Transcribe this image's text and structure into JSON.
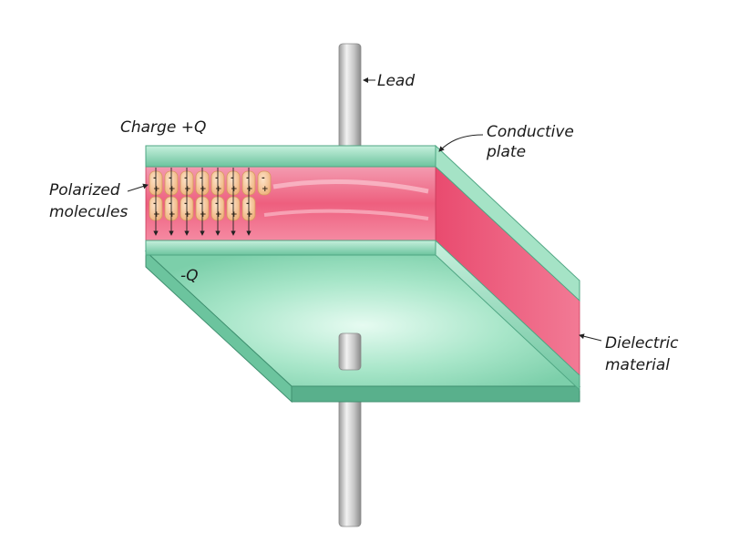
{
  "labels": {
    "lead": "Lead",
    "charge_pos": "Charge  +Q",
    "charge_neg": "-Q",
    "conductive_line1": "Conductive",
    "conductive_line2": "plate",
    "polarized_line1": "Polarized",
    "polarized_line2": "molecules",
    "dielectric_line1": "Dielectric",
    "dielectric_line2": "material"
  },
  "molecule_signs": {
    "top": "-",
    "bottom": "+"
  },
  "colors": {
    "plate_green": "#8fd9b8",
    "plate_green_dark": "#4fa683",
    "dielectric_pink": "#f06a87",
    "molecule_peach": "#f6c79a",
    "lead_gray": "#c9c9c9"
  }
}
